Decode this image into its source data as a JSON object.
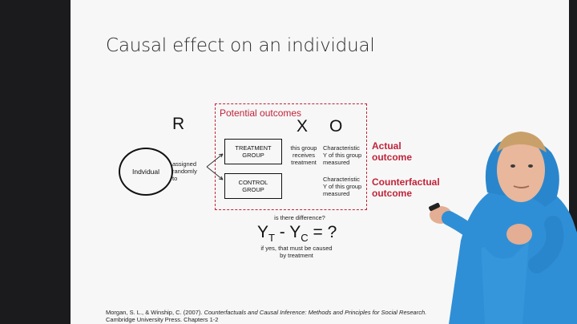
{
  "slide": {
    "title": "Causal effect on an individual",
    "R": "R",
    "X": "X",
    "O": "O",
    "potential_outcomes": "Potential outcomes",
    "individual": "Indvidual",
    "assigned_line1": "assigned",
    "assigned_line2": "randomly",
    "assigned_line3": "to",
    "treatment_line1": "TREATMENT",
    "treatment_line2": "GROUP",
    "control_line1": "CONTROL",
    "control_line2": "GROUP",
    "receives_line1": "this group",
    "receives_line2": "receives",
    "receives_line3": "treatment",
    "char1_line1": "Characteristic",
    "char1_line2": "Y of this group",
    "char1_line3": "measured",
    "char2_line1": "Characteristic",
    "char2_line2": "Y of this group",
    "char2_line3": "measured",
    "actual_line1": "Actual",
    "actual_line2": "outcome",
    "counter_line1": "Counterfactual",
    "counter_line2": "outcome",
    "question": "is there difference?",
    "formula_y1": "Y",
    "formula_t": "T",
    "formula_minus": " - ",
    "formula_y2": "Y",
    "formula_c": "C",
    "formula_eq": " = ?",
    "ifyes_line1": "if yes, that must be caused",
    "ifyes_line2": "by treatment",
    "citation_plain1": "Morgan, S. L., & Winship, C. (2007). ",
    "citation_italic": "Counterfactuals and Causal Inference: Methods and Principles for Social Research.",
    "citation_line2": "Cambridge University Press. Chapters 1-2"
  },
  "colors": {
    "accent_red": "#c0243a",
    "slide_bg": "#f7f7f7",
    "frame_bg": "#1b1b1d",
    "hoodie_blue": "#2f8fd6"
  }
}
